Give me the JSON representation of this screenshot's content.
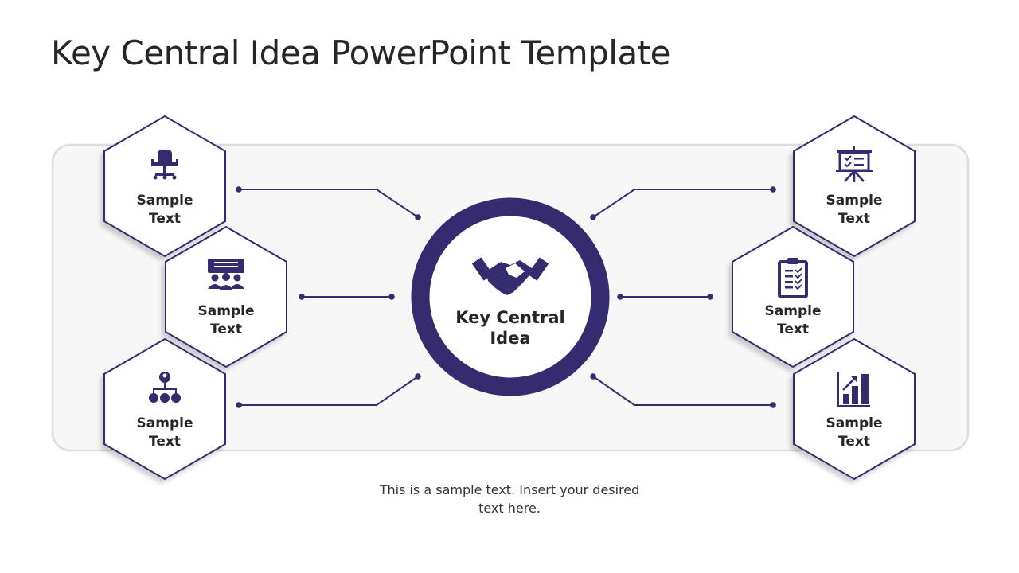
{
  "title": "Key Central Idea PowerPoint Template",
  "center": {
    "label": "Key Central Idea",
    "icon": "handshake-icon"
  },
  "items": [
    {
      "label_line1": "Sample",
      "label_line2": "Text",
      "icon": "office-chair-icon"
    },
    {
      "label_line1": "Sample",
      "label_line2": "Text",
      "icon": "team-meeting-icon"
    },
    {
      "label_line1": "Sample",
      "label_line2": "Text",
      "icon": "org-chart-icon"
    },
    {
      "label_line1": "Sample",
      "label_line2": "Text",
      "icon": "presentation-board-icon"
    },
    {
      "label_line1": "Sample",
      "label_line2": "Text",
      "icon": "clipboard-checklist-icon"
    },
    {
      "label_line1": "Sample",
      "label_line2": "Text",
      "icon": "bar-chart-growth-icon"
    }
  ],
  "caption": "This is a sample text. Insert your desired text here.",
  "colors": {
    "accent": "#352b6f",
    "panel": "#f7f7f8",
    "panel_border": "#dcdcdc",
    "text": "#262626"
  }
}
